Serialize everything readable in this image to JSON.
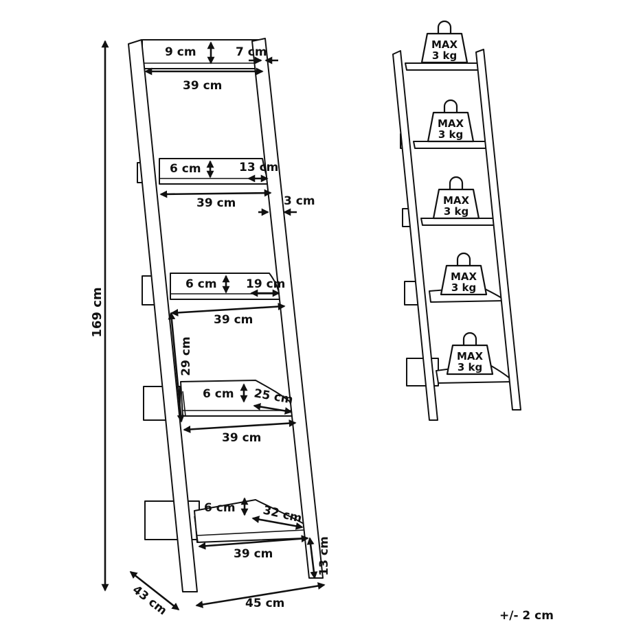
{
  "dimensions": {
    "total_height": "169 cm",
    "total_width": "45 cm",
    "depth": "43 cm",
    "bottom_clearance": "13 cm",
    "shelf_spacing": "29 cm",
    "frame_thickness": "3 cm",
    "top_shelf": {
      "height": "9 cm",
      "depth": "7 cm",
      "width": "39 cm"
    },
    "shelf_2": {
      "height": "6 cm",
      "depth": "13 cm",
      "width": "39 cm"
    },
    "shelf_3": {
      "height": "6 cm",
      "depth": "19 cm",
      "width": "39 cm"
    },
    "shelf_4": {
      "height": "6 cm",
      "depth": "25 cm",
      "width": "39 cm"
    },
    "shelf_5": {
      "height": "6 cm",
      "depth": "32 cm",
      "width": "39 cm"
    }
  },
  "load_labels": {
    "line1": "MAX",
    "line2": "3 kg",
    "count": 5
  },
  "tolerance": "+/- 2 cm"
}
